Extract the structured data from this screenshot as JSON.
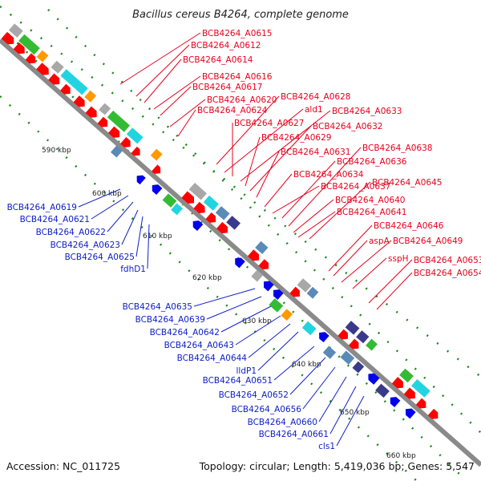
{
  "title": "Bacillus cereus B4264, complete genome",
  "footer": {
    "accession": "Accession: NC_011725",
    "summary": "Topology: circular; Length: 5,419,036 bp; Genes: 5,547"
  },
  "colors": {
    "forward_label": "#e8001c",
    "reverse_label": "#1020c8",
    "forward_gene": "#ff0000",
    "reverse_gene": "#0000ee",
    "backbone": "#8a8a8a",
    "tick_dots": "#1a8a1a",
    "cog_green": "#33bb33",
    "cog_cyan": "#22d4e0",
    "cog_steel": "#5a8ab8",
    "cog_navy": "#3a3a8c",
    "cog_gray": "#a8a8a8",
    "cog_orange": "#ff9900"
  },
  "ticks": [
    "590 kbp",
    "600 kbp",
    "610 kbp",
    "620 kbp",
    "630 kbp",
    "640 kbp",
    "650 kbp",
    "660 kbp"
  ],
  "forward_labels": [
    "BCB4264_A0615",
    "BCB4264_A0612",
    "BCB4264_A0614",
    "BCB4264_A0616",
    "BCB4264_A0617",
    "BCB4264_A0620",
    "BCB4264_A0624",
    "BCB4264_A0628",
    "ald1",
    "BCB4264_A0633",
    "BCB4264_A0627",
    "BCB4264_A0632",
    "BCB4264_A0629",
    "BCB4264_A0638",
    "BCB4264_A0631",
    "BCB4264_A0636",
    "BCB4264_A0634",
    "BCB4264_A0645",
    "BCB4264_A0637",
    "BCB4264_A0640",
    "BCB4264_A0641",
    "BCB4264_A0646",
    "aspA",
    "BCB4264_A0649",
    "sspH",
    "BCB4264_A0653",
    "BCB4264_A0654"
  ],
  "reverse_labels": [
    "BCB4264_A0619",
    "BCB4264_A0621",
    "BCB4264_A0622",
    "BCB4264_A0623",
    "BCB4264_A0625",
    "fdhD1",
    "BCB4264_A0635",
    "BCB4264_A0639",
    "BCB4264_A0642",
    "BCB4264_A0643",
    "BCB4264_A0644",
    "lldP1",
    "BCB4264_A0651",
    "BCB4264_A0652",
    "BCB4264_A0656",
    "BCB4264_A0660",
    "BCB4264_A0661",
    "cls1"
  ]
}
